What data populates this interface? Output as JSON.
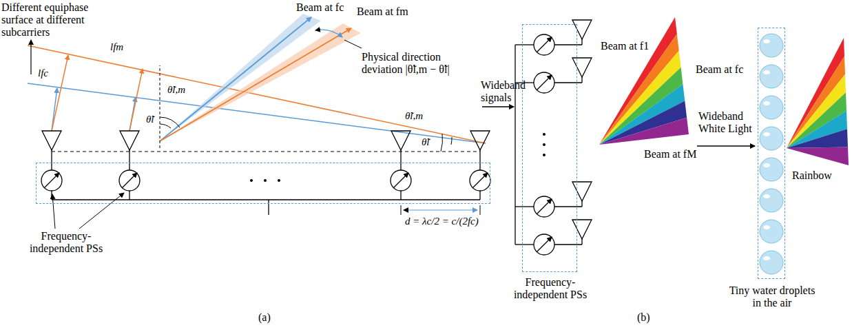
{
  "diagram": {
    "nodes": [
      {
        "text": [
          "Frequency-independent PSs"
        ]
      },
      {
        "text": [
          "Frequency-independent PSs"
        ]
      },
      {
        "text": [
          "Tiny water droplets in the air"
        ]
      }
    ],
    "labels": [
      "Different equiphase surface at different subcarriers",
      "lfm",
      "lfc",
      "Beam at fc",
      "Beam at fm",
      "Physical direction deviation |θ̃l,m − θ̃l|",
      "θ̃l",
      "θ̃l,m",
      "θ̃l,m",
      "θ̃l",
      "d = λc/2 = c/(2fc)",
      "(a)",
      "Wideband signals",
      "Beam at f1",
      "Beam at fc",
      "Beam at fM",
      "Wideband White Light",
      "Rainbow",
      "(b)"
    ]
  }
}
